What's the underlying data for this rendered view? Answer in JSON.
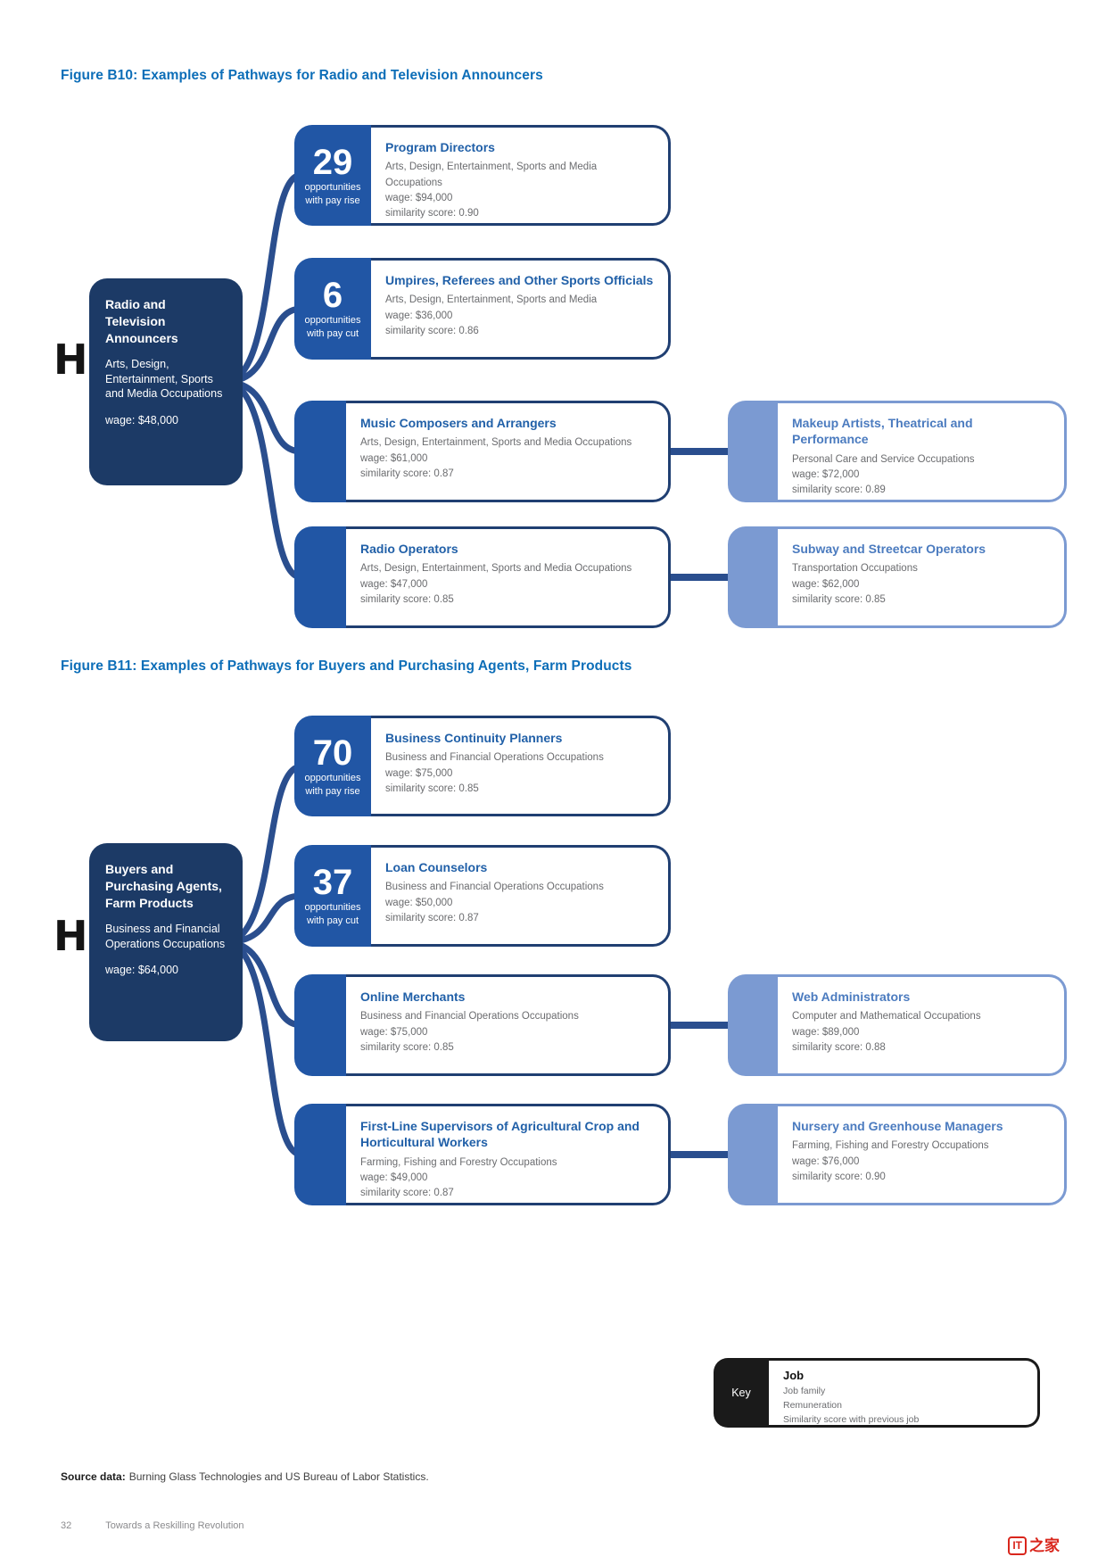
{
  "colors": {
    "accent_blue": "#0d6eb8",
    "tab_blue": "#2156a5",
    "border_navy": "#203f72",
    "source_navy": "#1c3a66",
    "light_blue": "#7b9ad2",
    "title_blue": "#2160a8",
    "second_level_title_blue": "#4b7bbf",
    "body_gray": "#6b6c6f",
    "key_black": "#1a1a1a",
    "logo_red": "#d9261c"
  },
  "figure_b10": {
    "title": "Figure B10: Examples of Pathways for Radio and Television Announcers",
    "source": {
      "name": "Radio and Television Announcers",
      "family": "Arts, Design, Entertainment, Sports and Media Occupations",
      "wage": "wage: $48,000"
    },
    "paths": [
      {
        "badge": {
          "count": "29",
          "line1": "opportunities",
          "line2": "with pay rise"
        },
        "job": {
          "title": "Program Directors",
          "family": "Arts, Design, Entertainment, Sports and Media Occupations",
          "wage": "wage: $94,000",
          "similarity": "similarity score: 0.90"
        }
      },
      {
        "badge": {
          "count": "6",
          "line1": "opportunities",
          "line2": "with pay cut"
        },
        "job": {
          "title": "Umpires, Referees and Other Sports Officials",
          "family": "Arts, Design, Entertainment, Sports and Media",
          "wage": "wage: $36,000",
          "similarity": "similarity score: 0.86"
        }
      },
      {
        "job": {
          "title": "Music Composers and Arrangers",
          "family": "Arts, Design, Entertainment, Sports and Media Occupations",
          "wage": "wage: $61,000",
          "similarity": "similarity score: 0.87"
        },
        "next": {
          "title": "Makeup Artists, Theatrical and Performance",
          "family": "Personal Care and Service Occupations",
          "wage": "wage: $72,000",
          "similarity": "similarity score: 0.89"
        }
      },
      {
        "job": {
          "title": "Radio Operators",
          "family": "Arts, Design, Entertainment, Sports and Media Occupations",
          "wage": "wage: $47,000",
          "similarity": "similarity score: 0.85"
        },
        "next": {
          "title": "Subway and Streetcar Operators",
          "family": "Transportation Occupations",
          "wage": "wage: $62,000",
          "similarity": "similarity score: 0.85"
        }
      }
    ]
  },
  "figure_b11": {
    "title": "Figure B11: Examples of Pathways for Buyers and Purchasing Agents, Farm Products",
    "source": {
      "name": "Buyers and Purchasing Agents, Farm Products",
      "family": "Business and Financial Operations Occupations",
      "wage": "wage: $64,000"
    },
    "paths": [
      {
        "badge": {
          "count": "70",
          "line1": "opportunities",
          "line2": "with pay rise"
        },
        "job": {
          "title": "Business Continuity Planners",
          "family": "Business and Financial Operations Occupations",
          "wage": "wage: $75,000",
          "similarity": "similarity score: 0.85"
        }
      },
      {
        "badge": {
          "count": "37",
          "line1": "opportunities",
          "line2": "with pay cut"
        },
        "job": {
          "title": "Loan Counselors",
          "family": "Business and Financial Operations Occupations",
          "wage": "wage: $50,000",
          "similarity": "similarity score: 0.87"
        }
      },
      {
        "job": {
          "title": "Online Merchants",
          "family": "Business and Financial Operations Occupations",
          "wage": "wage: $75,000",
          "similarity": "similarity score: 0.85"
        },
        "next": {
          "title": "Web Administrators",
          "family": "Computer and Mathematical Occupations",
          "wage": "wage: $89,000",
          "similarity": "similarity score: 0.88"
        }
      },
      {
        "job": {
          "title": "First-Line Supervisors of Agricultural Crop and Horticultural Workers",
          "family": "Farming, Fishing and Forestry Occupations",
          "wage": "wage: $49,000",
          "similarity": "similarity score: 0.87"
        },
        "next": {
          "title": "Nursery and Greenhouse Managers",
          "family": "Farming, Fishing and Forestry Occupations",
          "wage": "wage: $76,000",
          "similarity": "similarity score: 0.90"
        }
      }
    ]
  },
  "key": {
    "label": "Key",
    "title": "Job",
    "family": "Job family",
    "remuneration": "Remuneration",
    "similarity": "Similarity score with previous job"
  },
  "footer": {
    "source_label": "Source data:",
    "source_text": "Burning Glass Technologies and US Bureau of Labor Statistics.",
    "page_number": "32",
    "report_title": "Towards a Reskilling Revolution",
    "logo_it": "IT",
    "logo_home": "之家"
  }
}
